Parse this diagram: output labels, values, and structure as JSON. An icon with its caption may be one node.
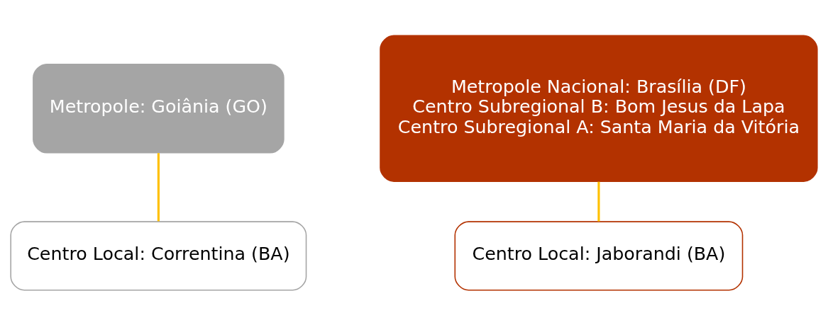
{
  "diagram": {
    "nodes": [
      {
        "text": [
          "Metropole: Goiânia (GO)"
        ]
      },
      {
        "text": [
          "Centro Local: Correntina (BA)"
        ]
      },
      {
        "text": [
          "Metropole Nacional: Brasília (DF)",
          "Centro Subregional B: Bom Jesus da Lapa",
          "Centro Subregional A: Santa Maria da Vitória"
        ]
      },
      {
        "text": [
          "Centro Local: Jaborandi (BA)"
        ]
      }
    ],
    "edges": [
      {
        "from": 0,
        "to": 1,
        "arrow": "none"
      },
      {
        "from": 2,
        "to": 3,
        "arrow": "none"
      }
    ]
  }
}
